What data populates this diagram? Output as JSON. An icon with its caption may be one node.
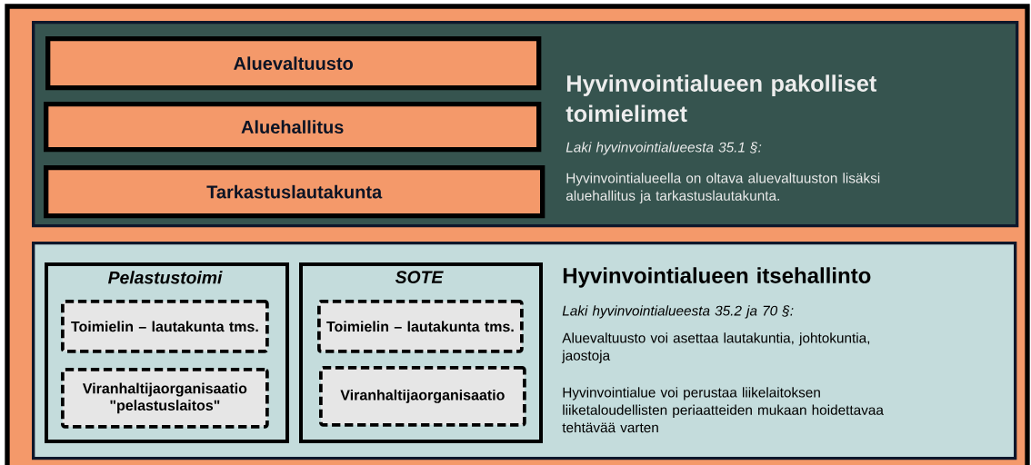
{
  "diagram": {
    "nodes": [
      {
        "text": [
          "Hyvinvointialueen pakolliset toimielimet",
          "Laki hyvinvointialueesta 35.1 §:",
          "Hyvinvointialueella on oltava aluevaltuuston lisäksi aluehallitus ja tarkastuslautakunta."
        ]
      },
      {
        "text": [
          "Aluevaltuusto"
        ],
        "in": 0
      },
      {
        "text": [
          "Aluehallitus"
        ],
        "in": 0
      },
      {
        "text": [
          "Tarkastuslautakunta"
        ],
        "in": 0
      },
      {
        "text": [
          "Hyvinvointialueen itsehallinto",
          "Laki hyvinvointialueesta 35.2 ja 70 §:",
          "Aluevaltuusto voi asettaa lautakuntia, johtokuntia, jaostoja",
          "Hyvinvointialue voi perustaa liikelaitoksen liiketaloudellisten periaatteiden mukaan hoidettavaa tehtävää varten"
        ]
      },
      {
        "text": [
          "Pelastustoimi"
        ],
        "in": 4
      },
      {
        "text": [
          "Toimielin – lautakunta tms."
        ],
        "in": 5
      },
      {
        "text": [
          "Viranhaltijaorganisaatio \"pelastuslaitos\""
        ],
        "in": 5
      },
      {
        "text": [
          "SOTE"
        ],
        "in": 4
      },
      {
        "text": [
          "Toimielin – lautakunta tms."
        ],
        "in": 8
      },
      {
        "text": [
          "Viranhaltijaorganisaatio"
        ],
        "in": 8
      }
    ]
  }
}
